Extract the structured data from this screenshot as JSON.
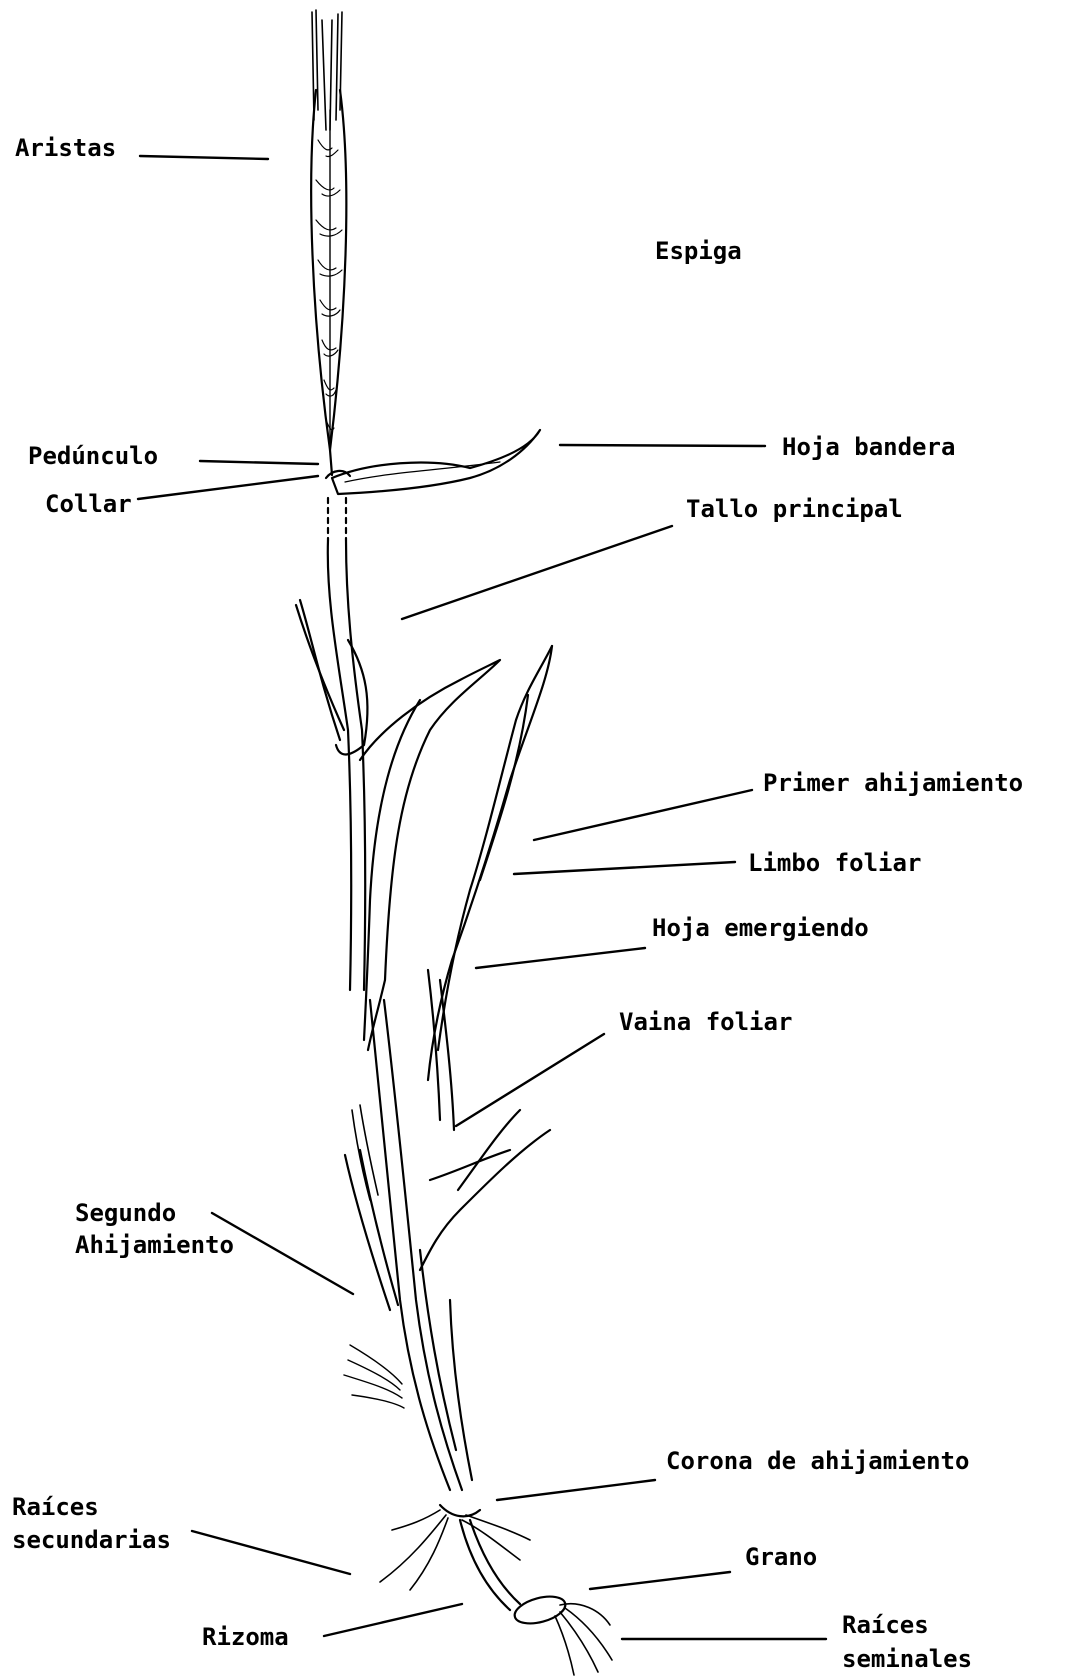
{
  "labels": {
    "aristas": "Aristas",
    "espiga": "Espiga",
    "pedunculo": "Pedúnculo",
    "collar": "Collar",
    "hoja_bandera": "Hoja bandera",
    "tallo_principal": "Tallo principal",
    "primer_ahijamiento": "Primer ahijamiento",
    "limbo_foliar": "Limbo foliar",
    "hoja_emergiendo": "Hoja emergiendo",
    "vaina_foliar": "Vaina foliar",
    "segundo": "Segundo",
    "ahijamiento": "Ahijamiento",
    "corona_de_ahijamiento": "Corona de ahijamiento",
    "raices": "Raíces",
    "secundarias": "secundarias",
    "grano": "Grano",
    "rizoma": "Rizoma",
    "raices_seminales_1": "Raíces",
    "raices_seminales_2": "seminales"
  }
}
